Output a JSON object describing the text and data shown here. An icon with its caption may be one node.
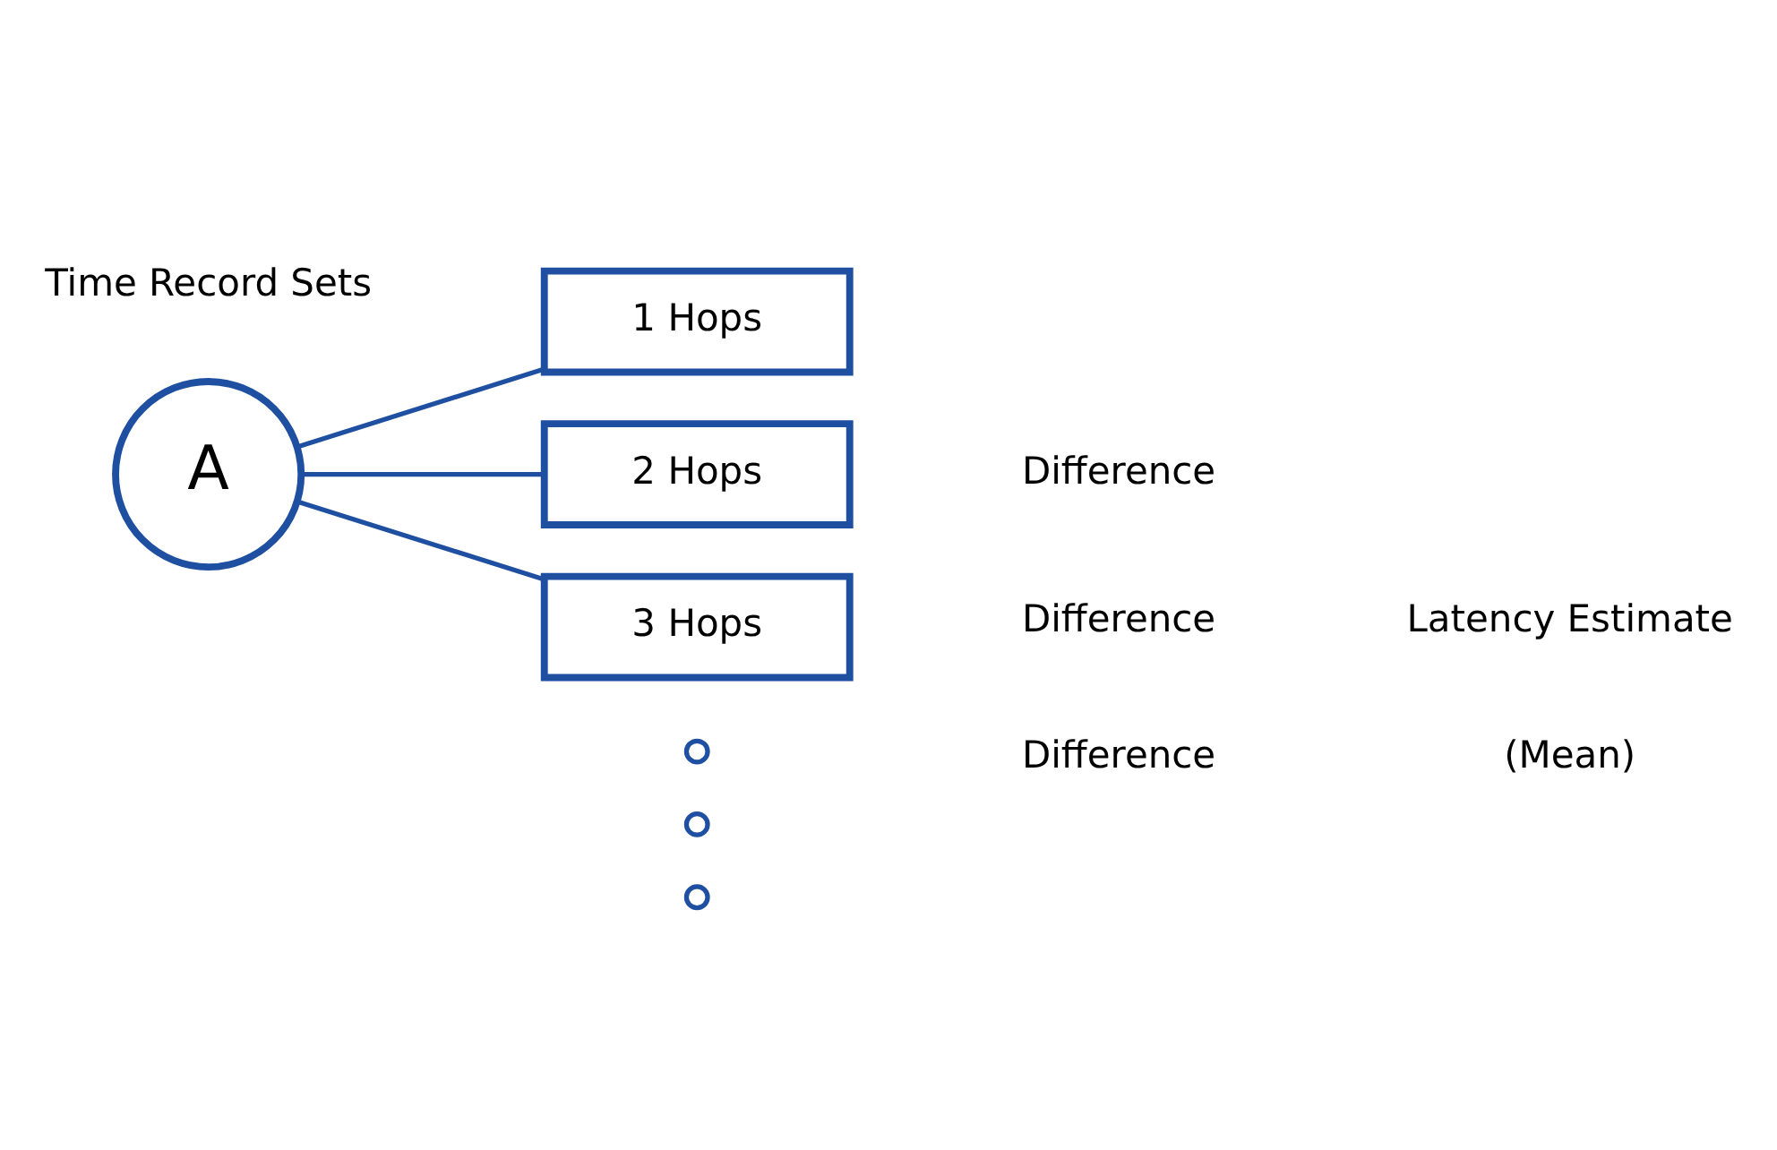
{
  "diagram": {
    "nodes": [
      {
        "text": [
          "A"
        ]
      },
      {
        "text": [
          "1 Hops"
        ]
      },
      {
        "text": [
          "2 Hops"
        ]
      },
      {
        "text": [
          "3 Hops"
        ]
      },
      {
        "text": [],
        "shape": "circle"
      },
      {
        "text": [],
        "shape": "circle"
      },
      {
        "text": [],
        "shape": "circle"
      }
    ],
    "edges": [
      {
        "from": 0,
        "to": 1,
        "arrow": "none"
      },
      {
        "from": 0,
        "to": 2,
        "arrow": "none"
      },
      {
        "from": 0,
        "to": 3,
        "arrow": "none"
      }
    ],
    "labels": [
      "Time Record Sets",
      "Difference",
      "Difference",
      "Difference",
      "Latency Estimate",
      "(Mean)"
    ]
  }
}
